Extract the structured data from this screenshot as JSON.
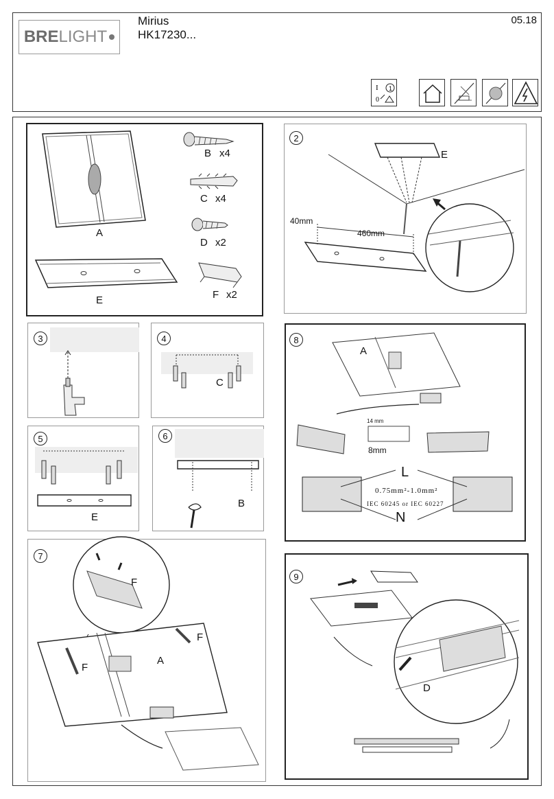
{
  "header": {
    "logo": {
      "bold": "BRE",
      "light": "LIGHT"
    },
    "product_name": "Mirius",
    "product_code": "HK17230...",
    "date": "05.18"
  },
  "symbols": [
    "class-ii-icon",
    "indoor-use-icon",
    "not-for-insulated-ceiling-icon",
    "do-not-cover-icon",
    "electric-shock-warning-icon"
  ],
  "panel1": {
    "label_a": "A",
    "label_b": "B",
    "qty_b": "x4",
    "label_c": "C",
    "qty_c": "x4",
    "label_d": "D",
    "qty_d": "x2",
    "label_e": "E",
    "label_f": "F",
    "qty_f": "x2"
  },
  "panel2": {
    "step": "2",
    "label_e": "E",
    "dim_40": "40mm",
    "dim_460": "460mm"
  },
  "panel3": {
    "step": "3"
  },
  "panel4": {
    "step": "4",
    "label_c": "C"
  },
  "panel5": {
    "step": "5",
    "label_e": "E"
  },
  "panel6": {
    "step": "6",
    "label_b": "B"
  },
  "panel7": {
    "step": "7",
    "label_f1": "F",
    "label_f2": "F",
    "label_f3": "F",
    "label_a": "A"
  },
  "panel8": {
    "step": "8",
    "label_a": "A",
    "dim_14": "14 mm",
    "dim_8": "8mm",
    "label_l": "L",
    "label_n": "N",
    "wire_spec": "0.75mm²-1.0mm²",
    "wire_std": "IEC 60245 or IEC 60227"
  },
  "panel9": {
    "step": "9",
    "label_d": "D"
  }
}
